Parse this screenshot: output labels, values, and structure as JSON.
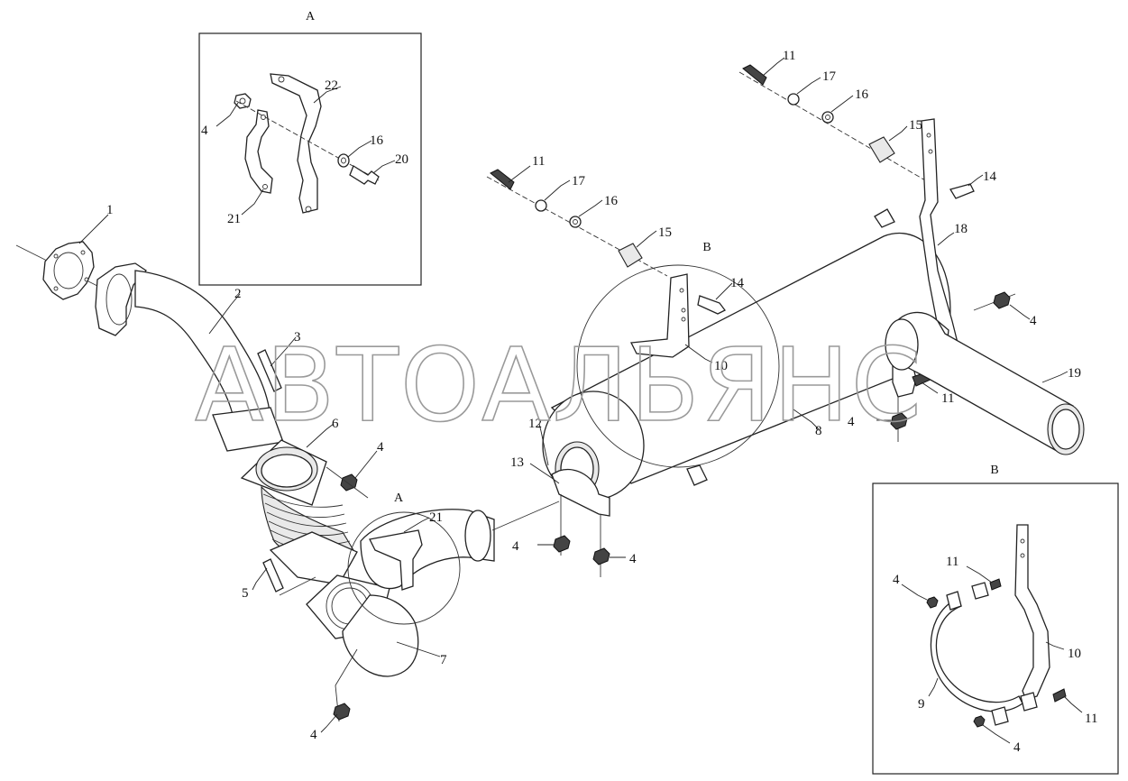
{
  "watermark": "АВТОАЛЬЯНС",
  "views": {
    "a_header": "A",
    "b_header": "B",
    "a_marker": "A",
    "b_marker": "B"
  },
  "callouts": {
    "c1": "1",
    "c2": "2",
    "c3": "3",
    "c4_a": "4",
    "c4_b": "4",
    "c4_c": "4",
    "c4_d": "4",
    "c4_e": "4",
    "c4_f": "4",
    "c4_g": "4",
    "c4_h": "4",
    "c4_i": "4",
    "c5": "5",
    "c6": "6",
    "c7": "7",
    "c8": "8",
    "c9": "9",
    "c10_a": "10",
    "c10_b": "10",
    "c11_a": "11",
    "c11_b": "11",
    "c11_c": "11",
    "c11_d": "11",
    "c11_e": "11",
    "c12": "12",
    "c13": "13",
    "c14_a": "14",
    "c14_b": "14",
    "c15_a": "15",
    "c15_b": "15",
    "c16_a": "16",
    "c16_b": "16",
    "c16_c": "16",
    "c17_a": "17",
    "c17_b": "17",
    "c18": "18",
    "c19": "19",
    "c20": "20",
    "c21_a": "21",
    "c21_b": "21",
    "c22": "22"
  }
}
